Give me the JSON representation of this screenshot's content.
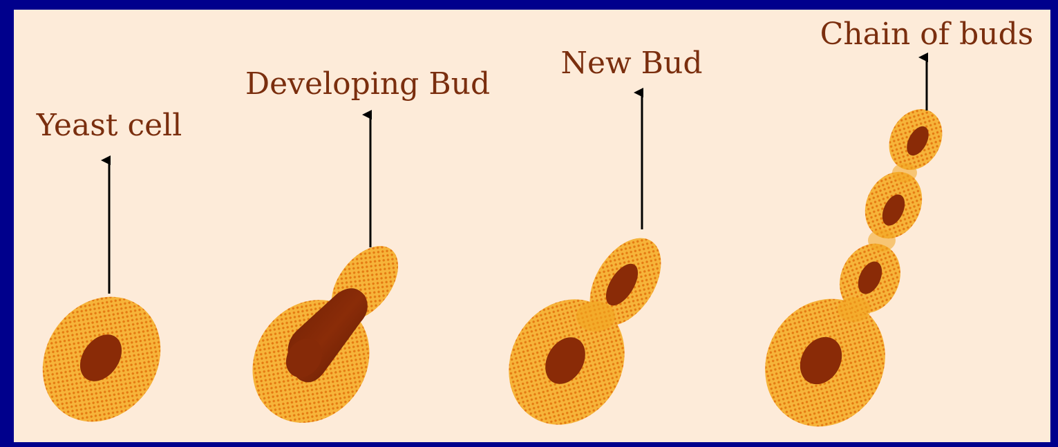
{
  "labels": {
    "yeast_cell": "Yeast cell",
    "developing_bud": "Developing Bud",
    "new_bud": "New Bud",
    "chain_of_buds": "Chain of buds"
  },
  "colors": {
    "background_frame": "#00008c",
    "panel": "#fdebd9",
    "cell_body": "#f5b135",
    "cell_dots": "#e57a12",
    "nucleus": "#8a2b07",
    "label_text": "#7a2e0e",
    "arrow": "#000000"
  }
}
